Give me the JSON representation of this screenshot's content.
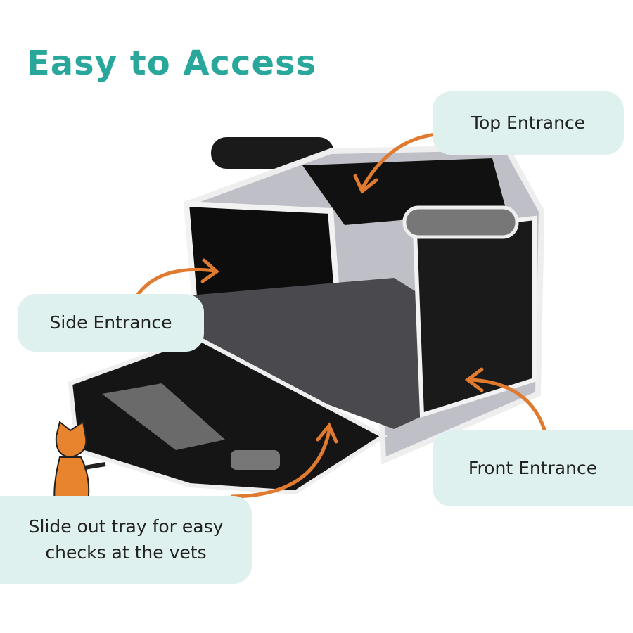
{
  "title": "Easy to Access",
  "labels": {
    "top": "Top Entrance",
    "side": "Side Entrance",
    "front": "Front Entrance",
    "tray": "Slide out tray for easy checks at the vets"
  },
  "colors": {
    "title": "#2aa79b",
    "label_bg": "#dff1ee",
    "arrow": "#e07a2e"
  },
  "icons": [
    "cat-mascot-icon",
    "arrow-icon"
  ]
}
